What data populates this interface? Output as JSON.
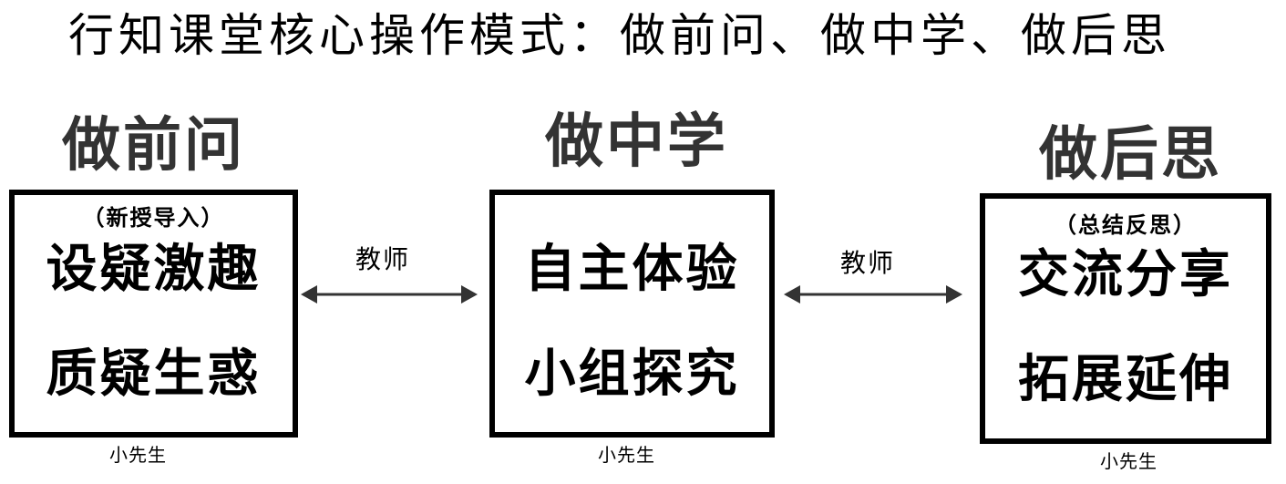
{
  "title": "行知课堂核心操作模式：做前问、做中学、做后思",
  "stages": [
    {
      "heading": "做前问",
      "subtitle": "（新授导入）",
      "items": [
        "设疑激趣",
        "质疑生惑"
      ],
      "footer": "小先生"
    },
    {
      "heading": "做中学",
      "items": [
        "自主体验",
        "小组探究"
      ],
      "footer": "小先生"
    },
    {
      "heading": "做后思",
      "subtitle": "（总结反思）",
      "items": [
        "交流分享",
        "拓展延伸"
      ],
      "footer": "小先生"
    }
  ],
  "connectors": [
    {
      "label": "教师",
      "icon": "double-arrow-icon"
    },
    {
      "label": "教师",
      "icon": "double-arrow-icon"
    }
  ],
  "colors": {
    "heading": "#333333",
    "text": "#000000",
    "border": "#000000",
    "background": "#ffffff"
  }
}
